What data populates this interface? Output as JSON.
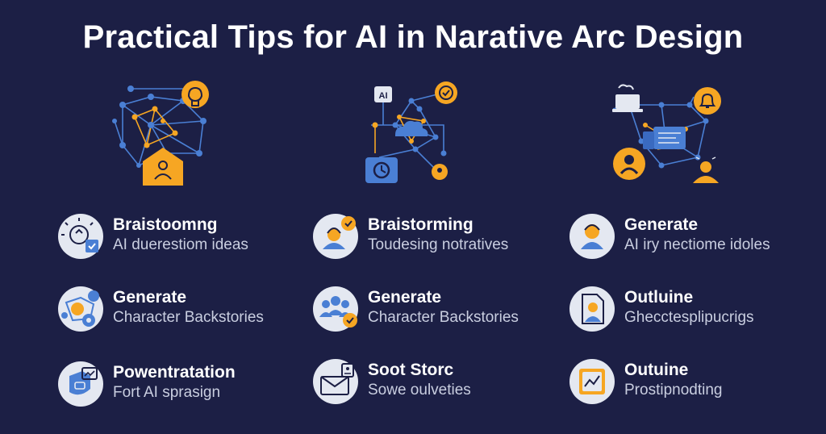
{
  "title": "Practical Tips for AI in Narative Arc Design",
  "colors": {
    "background": "#1c1f45",
    "accent_orange": "#f6a623",
    "accent_blue": "#4a7fd4",
    "icon_circle": "#e4e8f1",
    "subtext": "#c9cee0"
  },
  "illustrations": [
    {
      "name": "network-house-illustration",
      "badge_icon": "brain-icon"
    },
    {
      "name": "network-cloud-illustration",
      "badge_label": "AI",
      "badge_icon": "check-icon"
    },
    {
      "name": "network-dashboard-illustration",
      "badge_icon": "bell-icon"
    }
  ],
  "columns": [
    {
      "tips": [
        {
          "heading": "Braistoomng",
          "subtext": "AI duerestiom ideas",
          "icon": "lightbulb-check-icon"
        },
        {
          "heading": "Generate",
          "subtext": "Character Backstories",
          "icon": "character-network-icon"
        },
        {
          "heading": "Powentratation",
          "subtext": "Fort AI sprasign",
          "icon": "presentation-shield-icon"
        }
      ]
    },
    {
      "tips": [
        {
          "heading": "Braistorming",
          "subtext": "Toudesing notratives",
          "icon": "person-check-icon"
        },
        {
          "heading": "Generate",
          "subtext": "Character Backstories",
          "icon": "group-check-icon"
        },
        {
          "heading": "Soot Storc",
          "subtext": "Sowe oulveties",
          "icon": "envelope-story-icon"
        }
      ]
    },
    {
      "tips": [
        {
          "heading": "Generate",
          "subtext": "AI iry nectiome idoles",
          "icon": "user-avatar-icon"
        },
        {
          "heading": "Outluine",
          "subtext": "Ghecctesplipucrigs",
          "icon": "document-person-icon"
        },
        {
          "heading": "Outuine",
          "subtext": "Prostipnodting",
          "icon": "chart-board-icon"
        }
      ]
    }
  ]
}
